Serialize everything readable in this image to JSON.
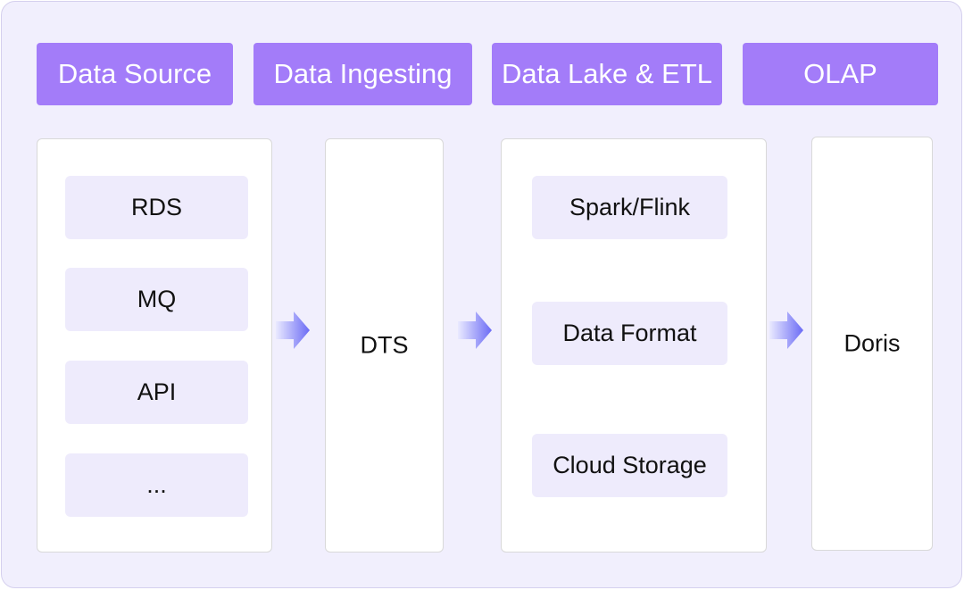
{
  "headers": [
    "Data Source",
    "Data Ingesting",
    "Data Lake & ETL",
    "OLAP"
  ],
  "data_source": {
    "items": [
      "RDS",
      "MQ",
      "API",
      "..."
    ]
  },
  "ingesting": {
    "label": "DTS"
  },
  "data_lake": {
    "items": [
      "Spark/Flink",
      "Data Format",
      "Cloud Storage"
    ]
  },
  "olap": {
    "label": "Doris"
  },
  "colors": {
    "background": "#f1effd",
    "header": "#a37cf9",
    "item": "#eeebfc",
    "arrow_start": "#eaeaff",
    "arrow_end": "#6b6bf5"
  },
  "icons": [
    "arrow-right-icon",
    "arrow-right-icon",
    "arrow-right-icon"
  ]
}
